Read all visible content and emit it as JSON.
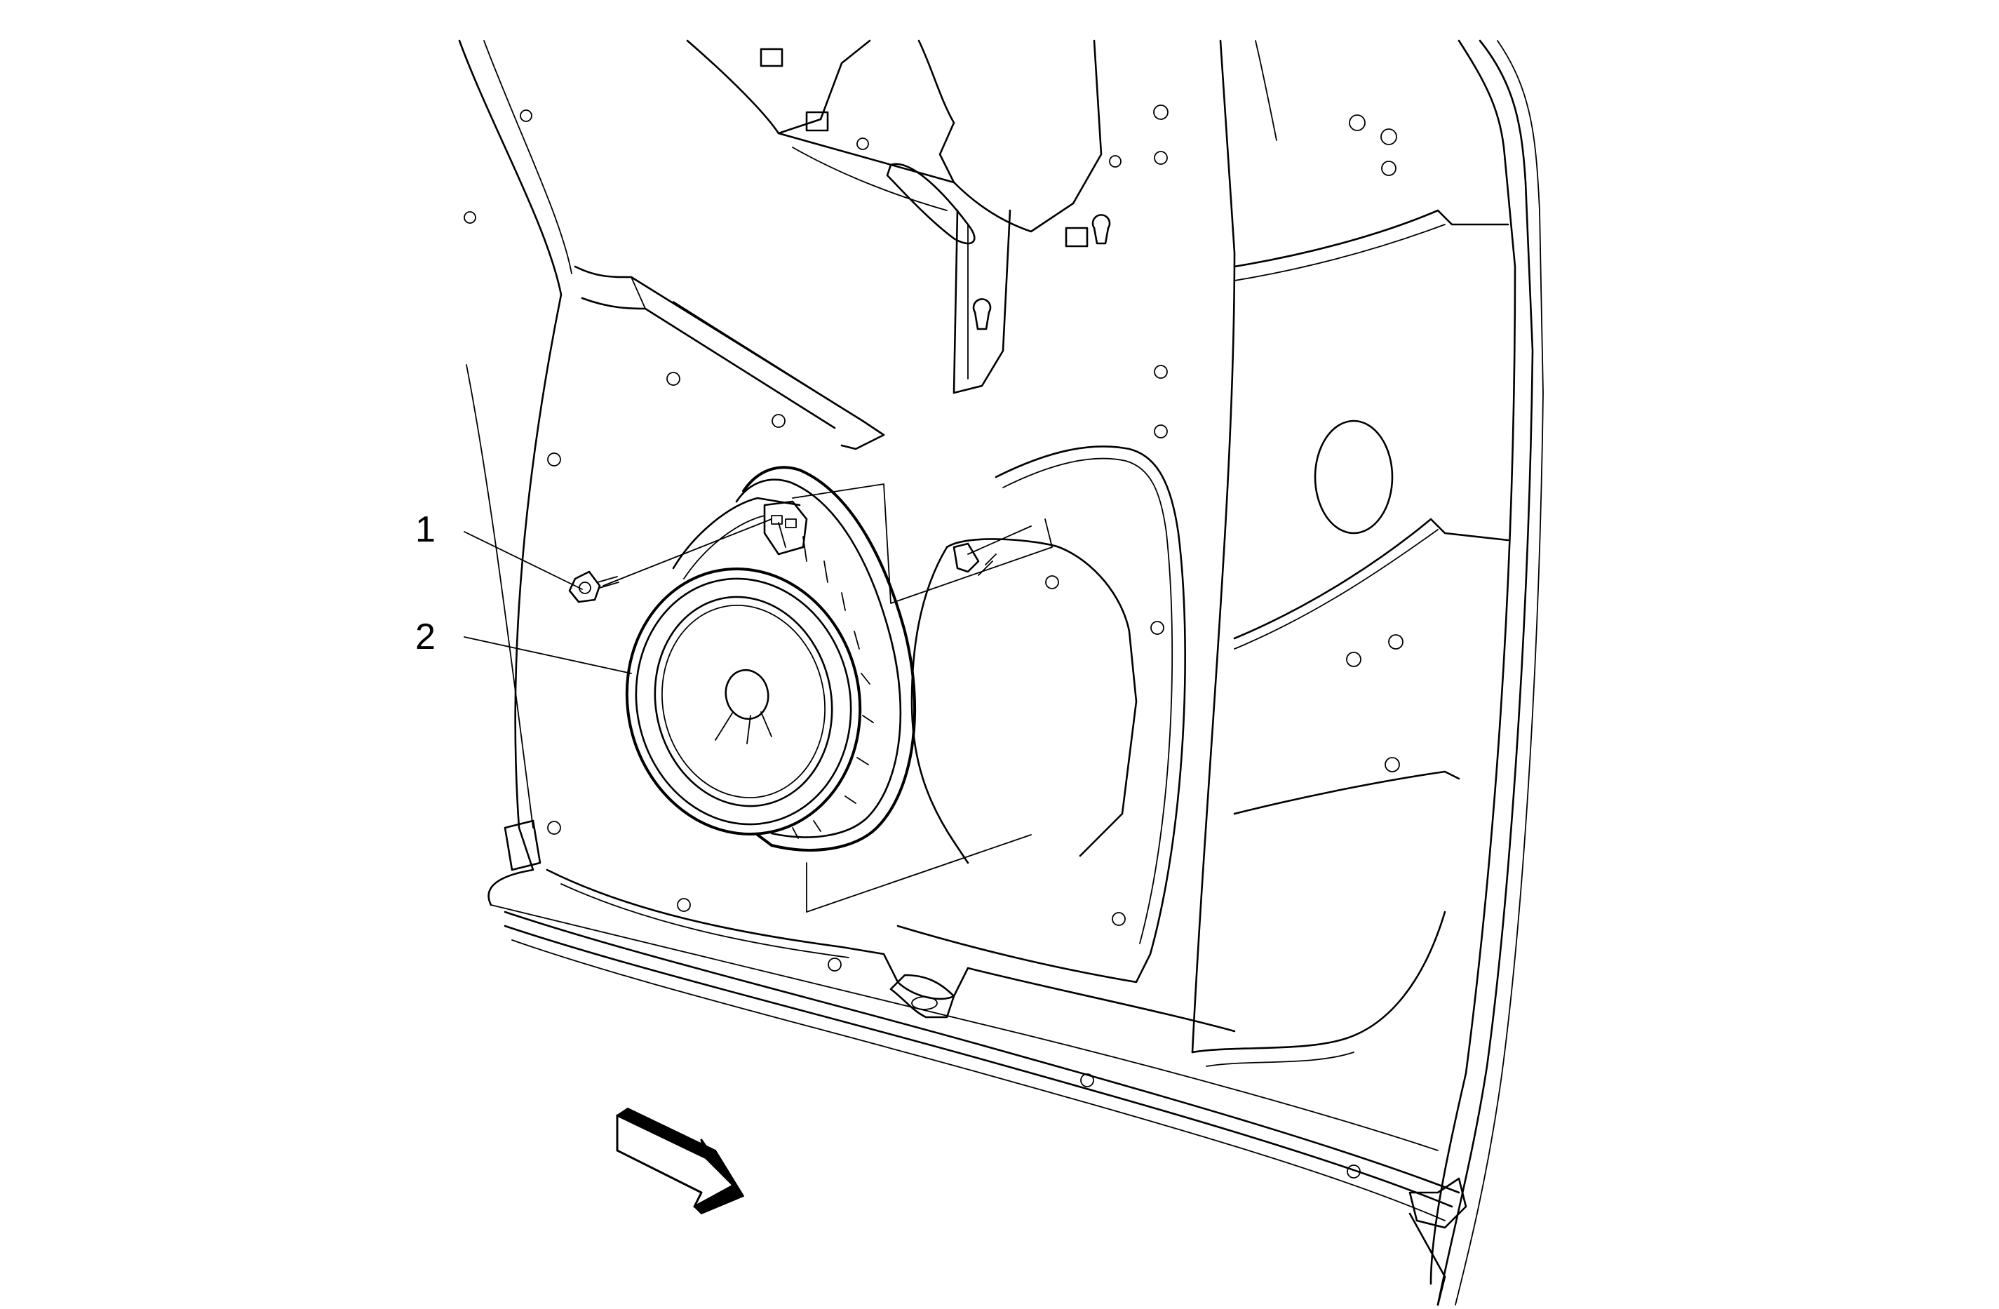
{
  "callouts": [
    {
      "number": "1",
      "part": "speaker-screw"
    },
    {
      "number": "2",
      "part": "radio-front-side-door-speaker"
    }
  ],
  "icons": {
    "direction": "forward-arrow-icon"
  },
  "colors": {
    "line": "#000000",
    "background": "#ffffff"
  }
}
